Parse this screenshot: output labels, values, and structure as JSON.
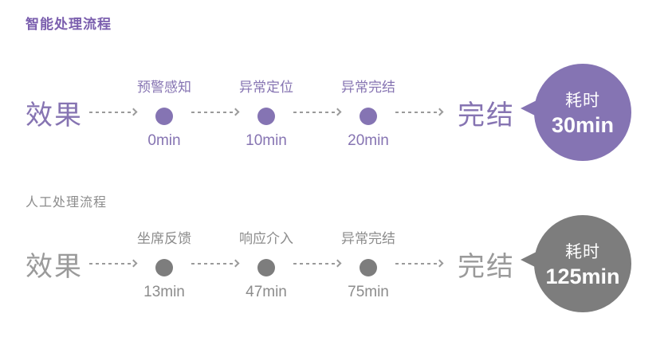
{
  "colors": {
    "background": "#ffffff",
    "purple_title": "#7b5fae",
    "purple": "#8674b2",
    "purple_fill": "#8574b3",
    "gray_text": "#8c8c8c",
    "gray_light": "#9a9a9a",
    "gray_fill": "#7d7d7d",
    "arrow": "#9a9a9a",
    "bubble_text": "#ffffff"
  },
  "flows": [
    {
      "title": "智能处理流程",
      "start_label": "效果",
      "end_label": "完结",
      "steps": [
        {
          "label": "预警感知",
          "time": "0min"
        },
        {
          "label": "异常定位",
          "time": "10min"
        },
        {
          "label": "异常完结",
          "time": "20min"
        }
      ],
      "bubble": {
        "prefix": "耗时",
        "value": "30min"
      }
    },
    {
      "title": "人工处理流程",
      "start_label": "效果",
      "end_label": "完结",
      "steps": [
        {
          "label": "坐席反馈",
          "time": "13min"
        },
        {
          "label": "响应介入",
          "time": "47min"
        },
        {
          "label": "异常完结",
          "time": "75min"
        }
      ],
      "bubble": {
        "prefix": "耗时",
        "value": "125min"
      }
    }
  ]
}
